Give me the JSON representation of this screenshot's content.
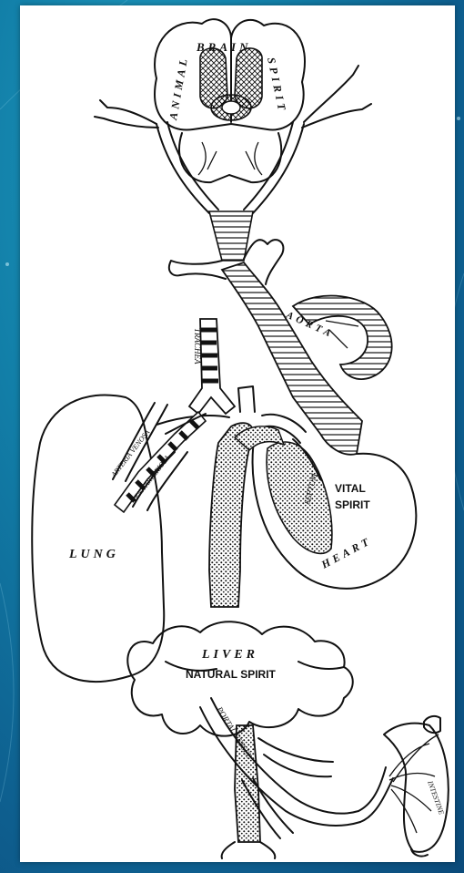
{
  "labels": {
    "animal": "ANIMAL",
    "brain": "BRAIN",
    "spirit_top": "SPIRIT",
    "trachea": "TRACHEA",
    "aorta": "AORTA",
    "arteria_venosa": "ARTERIA VENOSA",
    "vena_arteriosa": "VENA ARTERIOSA",
    "vital": "VITAL",
    "spirit_heart": "SPIRIT",
    "septum": "SEPTUM",
    "heart": "HEART",
    "lung": "LUNG",
    "liver": "LIVER",
    "natural_spirit": "NATURAL SPIRIT",
    "portal_vessel": "PORTAL VESSEL",
    "intestine": "INTESTINE"
  },
  "colors": {
    "background": "#127fa8",
    "panel": "#ffffff",
    "ink": "#111111"
  }
}
